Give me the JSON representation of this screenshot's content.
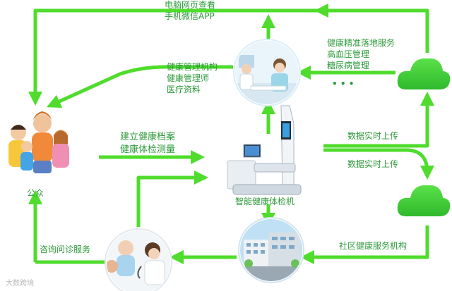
{
  "colors": {
    "arrow": "#4fdc2c",
    "text": "#2d9a3a",
    "cloud": "#3fcf37"
  },
  "top_access": [
    "电脑网页查看",
    "手机微信APP"
  ],
  "health_mgmt": [
    "健康管理机构",
    "健康管理师",
    "医疗资料"
  ],
  "precision_services": [
    "健康精准落地服务",
    "高血压管理",
    "糖尿病管理"
  ],
  "ellipsis": "• • •",
  "archive": [
    "建立健康档案",
    "健康体检测量"
  ],
  "public_label": "公众",
  "device_label": "智能健康体检机",
  "upload_1": "数据实时上传",
  "upload_2": "数据实时上传",
  "consult_label": "咨询问诊服务",
  "community_label": "社区健康服务机构",
  "watermark": "大数跨境",
  "icons": [
    "family-icon",
    "doctor-office-icon",
    "health-kiosk-icon",
    "cloud-icon",
    "hospital-building-icon",
    "consultation-icon"
  ]
}
